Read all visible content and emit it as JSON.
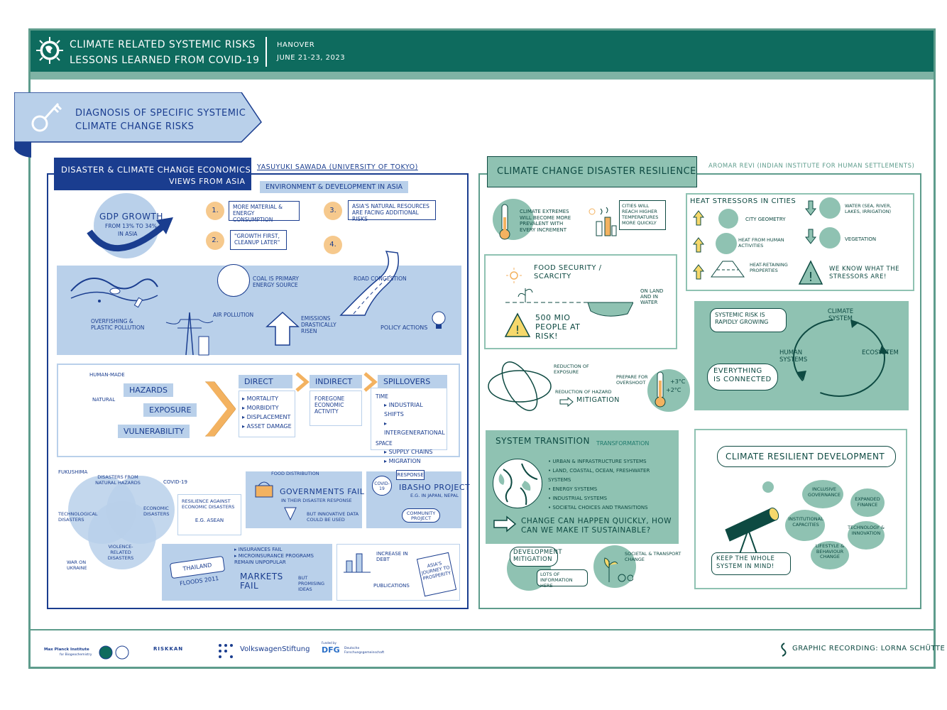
{
  "header": {
    "title_line1": "Climate Related Systemic Risks",
    "title_line2": "Lessons Learned from Covid-19",
    "location": "Hanover",
    "date": "June 21-23, 2023"
  },
  "ribbon": {
    "line1": "Diagnosis of specific systemic",
    "line2": "climate change risks"
  },
  "left": {
    "title_line1": "Disaster & Climate Change Economics",
    "title_line2": "Views from Asia",
    "speaker": "Yasuyuki Sawada (University of Tokyo)",
    "env_dev": "Environment & Development in Asia",
    "gdp_title": "GDP Growth",
    "gdp_sub1": "from 13% to 34%",
    "gdp_sub2": "in Asia",
    "items": [
      {
        "num": "1.",
        "text": "More material & energy consumption"
      },
      {
        "num": "2.",
        "text": "\"Growth first, cleanup later\""
      },
      {
        "num": "3.",
        "text": "Asia's natural resources are facing additional risks"
      },
      {
        "num": "4.",
        "text": ""
      }
    ],
    "env": {
      "overfishing": "Overfishing & plastic pollution",
      "coal": "Coal is primary energy source",
      "road": "Road congestion",
      "air": "Air pollution",
      "emissions": "Emissions drastically risen",
      "policy": "Policy actions"
    },
    "hazards": {
      "human_made": "Human-made",
      "natural": "Natural",
      "hazards": "Hazards",
      "exposure": "Exposure",
      "vulnerability": "Vulnerability",
      "direct": "Direct",
      "direct_items": [
        "Mortality",
        "Morbidity",
        "Displacement",
        "Asset damage"
      ],
      "indirect": "Indirect",
      "indirect_items": [
        "Foregone economic activity"
      ],
      "spillovers": "Spillovers",
      "time": "Time",
      "time_items": [
        "Industrial shifts",
        "Intergenerational"
      ],
      "space": "Space",
      "space_items": [
        "Supply chains",
        "Migration"
      ]
    },
    "venn": {
      "fukushima": "Fukushima",
      "natural": "Disasters from natural hazards",
      "covid": "Covid-19",
      "technological": "Technological disasters",
      "economic": "Economic disasters",
      "violence": "Violence-related disasters",
      "war": "War on Ukraine"
    },
    "resilience": {
      "line1": "Resilience against economic disasters",
      "line2": "e.g. ASEAN"
    },
    "gov": {
      "food": "Food distribution",
      "title": "Governments fail",
      "sub": "in their disaster response",
      "but": "But innovative data could be used"
    },
    "ibasho": {
      "covid": "Covid-19",
      "response": "Response",
      "title": "Ibasho project",
      "sub": "e.g. in Japan, Nepal",
      "community": "Community project"
    },
    "markets": {
      "floods": "Thailand floods 2011",
      "items": [
        "Insurances fail",
        "Microinsurance programs remain unpopular"
      ],
      "title": "Markets fail",
      "but": "But promising ideas"
    },
    "debt": {
      "increase": "Increase in debt",
      "publications": "Publications",
      "book": "Asia's journey to prosperity"
    }
  },
  "right": {
    "title": "Climate Change Disaster Resilience",
    "speaker": "Aromar Revi (Indian Institute for Human Settlements)",
    "extremes": "Climate extremes will become more prevalent with every increment",
    "cities": "Cities will reach higher temperatures more quickly",
    "heat": {
      "title": "Heat stressors in cities",
      "items": [
        "City geometry",
        "Heat from human activities",
        "Heat-retaining properties"
      ],
      "down_items": [
        "Water (sea, river, lakes, irrigation)",
        "Vegetation"
      ],
      "know": "We know what the stressors are!"
    },
    "food": {
      "title": "Food security / scarcity",
      "land": "On land and in water",
      "risk": "500 Mio people at risk!"
    },
    "exposure": {
      "reduction_exposure": "Reduction of exposure",
      "reduction_hazard": "Reduction of hazard",
      "mitigation": "Mitigation",
      "prepare": "Prepare for overshoot",
      "t3": "+3°C",
      "t2": "+2°C"
    },
    "systemic": {
      "growing": "Systemic risk is rapidly growing",
      "climate": "Climate system",
      "human": "Human systems",
      "ecosystem": "Ecosystem",
      "connected": "Everything is connected"
    },
    "transition": {
      "title": "System transition",
      "transformation": "Transformation",
      "items": [
        "Urban & infrastructure systems",
        "Land, coastal, ocean, freshwater systems",
        "Energy systems",
        "Industrial systems",
        "Societal choices and transitions"
      ],
      "question": "Change can happen quickly, how can we make it sustainable?"
    },
    "development": {
      "title": "Development mitigation",
      "lots": "Lots of information here",
      "societal": "Societal & transport change"
    },
    "crd": {
      "title": "Climate Resilient Development",
      "inclusive": "Inclusive governance",
      "finance": "Expanded finance",
      "institutional": "Institutional capacities",
      "technology": "Technology & innovation",
      "lifestyle": "Lifestyle & behaviour change",
      "keep": "Keep the whole system in mind!"
    }
  },
  "footer": {
    "mpi": "Max Planck Institute",
    "mpi_sub": "for Biogeochemistry",
    "riskkan": "RISKKAN",
    "vw": "VolkswagenStiftung",
    "dfg": "DFG",
    "dfg_sub": "Deutsche Forschungsgemeinschaft",
    "dfg_funded": "Funded by",
    "credit": "Graphic Recording: Lorna Schütte"
  }
}
